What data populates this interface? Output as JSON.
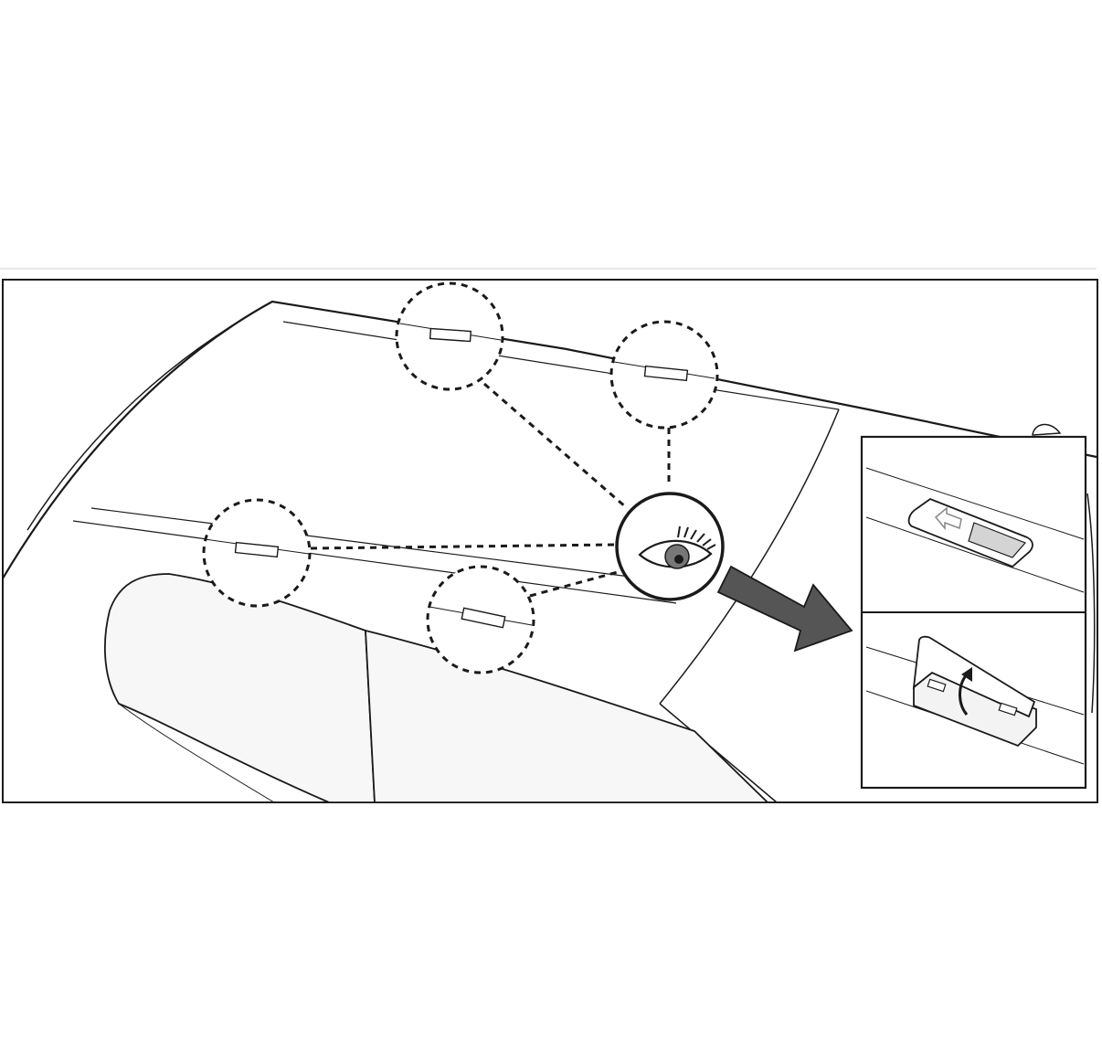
{
  "figure": {
    "colors": {
      "line": "#1a1a1a",
      "roof_fill": "#ffffff",
      "window_fill": "#f7f7f7",
      "arrow_fill": "#555555",
      "cover_fill": "#f3f3f3",
      "eye_iris": "#777777"
    },
    "callouts": [
      {
        "id": "roof-cover-top-center",
        "icon": "cover-slot-icon"
      },
      {
        "id": "roof-cover-top-right",
        "icon": "cover-slot-icon"
      },
      {
        "id": "roof-cover-left",
        "icon": "cover-slot-icon"
      },
      {
        "id": "roof-cover-center",
        "icon": "cover-slot-icon"
      }
    ],
    "inset": {
      "panels": [
        {
          "id": "slide-cover",
          "icon": "left-arrow-icon"
        },
        {
          "id": "lift-cover",
          "icon": "curved-up-arrow-icon"
        }
      ]
    }
  }
}
